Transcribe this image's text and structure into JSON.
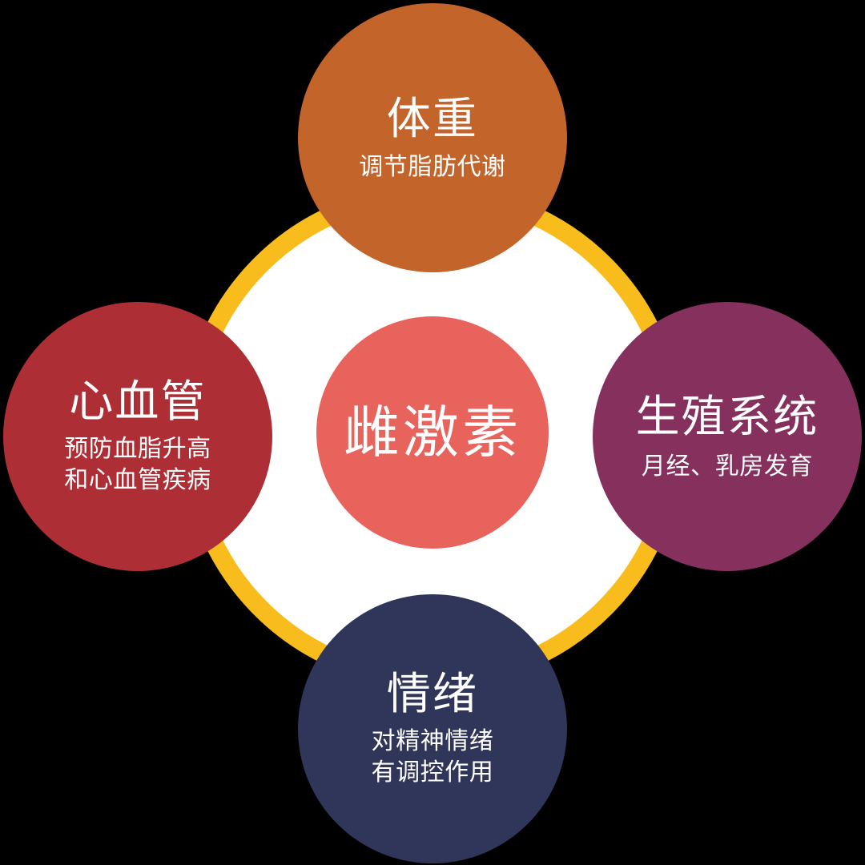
{
  "diagram": {
    "type": "hub-and-spoke",
    "background_color": "#000000",
    "ring": {
      "name": "yellow-ring",
      "color": "#f8bc1c",
      "fill_color": "#ffffff"
    },
    "center": {
      "title": "雌激素",
      "color": "#e8635c"
    },
    "nodes": [
      {
        "key": "weight",
        "title": "体重",
        "desc": "调节脂肪代谢",
        "color": "#c3652b",
        "position": "top"
      },
      {
        "key": "cardiovascular",
        "title": "心血管",
        "desc": "预防血脂升高\n和心血管疾病",
        "color": "#ad2f35",
        "position": "left"
      },
      {
        "key": "reproductive",
        "title": "生殖系统",
        "desc": "月经、乳房发育",
        "color": "#86305e",
        "position": "right"
      },
      {
        "key": "mood",
        "title": "情绪",
        "desc": "对精神情绪\n有调控作用",
        "color": "#2f3659",
        "position": "bottom"
      }
    ]
  }
}
